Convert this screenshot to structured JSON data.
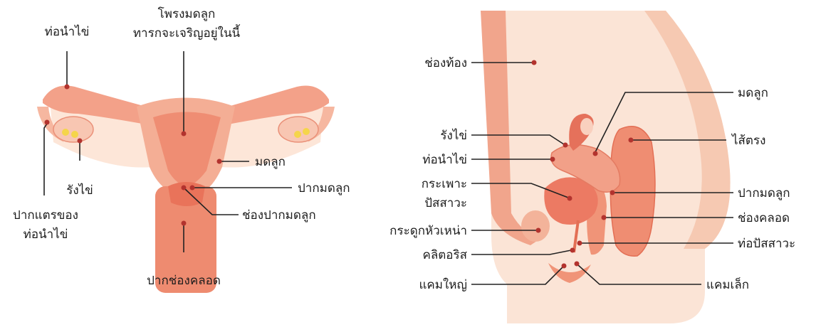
{
  "left_diagram": {
    "labels": {
      "fallopian_tube": "ท่อนำไข่",
      "endometrium_line1": "โพรงมดลูก",
      "endometrium_line2": "ทารกจะเจริญอยู่ในนี้",
      "ovary": "รังไข่",
      "fimbriae_line1": "ปากแตรของ",
      "fimbriae_line2": "ท่อนำไข่",
      "uterus": "มดลูก",
      "cervix": "ปากมดลูก",
      "cervical_canal": "ช่องปากมดลูก",
      "vaginal_opening": "ปากช่องคลอด"
    }
  },
  "right_diagram": {
    "labels": {
      "abdominal_cavity": "ช่องท้อง",
      "uterus": "มดลูก",
      "ovary": "รังไข่",
      "fallopian_tube": "ท่อนำไข่",
      "rectum": "ไส้ตรง",
      "bladder_line1": "กระเพาะ",
      "bladder_line2": "ปัสสาวะ",
      "cervix": "ปากมดลูก",
      "vagina": "ช่องคลอด",
      "pubic_bone": "กระดูกหัวเหน่า",
      "urethra": "ท่อปัสสาวะ",
      "clitoris": "คลิตอริส",
      "labia_majora": "แคมใหญ่",
      "labia_minora": "แคมเล็ก"
    }
  },
  "colors": {
    "tissue_light": "#fbe3d4",
    "tissue_mid": "#f6c2a8",
    "tissue_dark": "#ec8a70",
    "organ_red": "#e5624f",
    "line": "#222222",
    "dot": "#b3332e"
  }
}
